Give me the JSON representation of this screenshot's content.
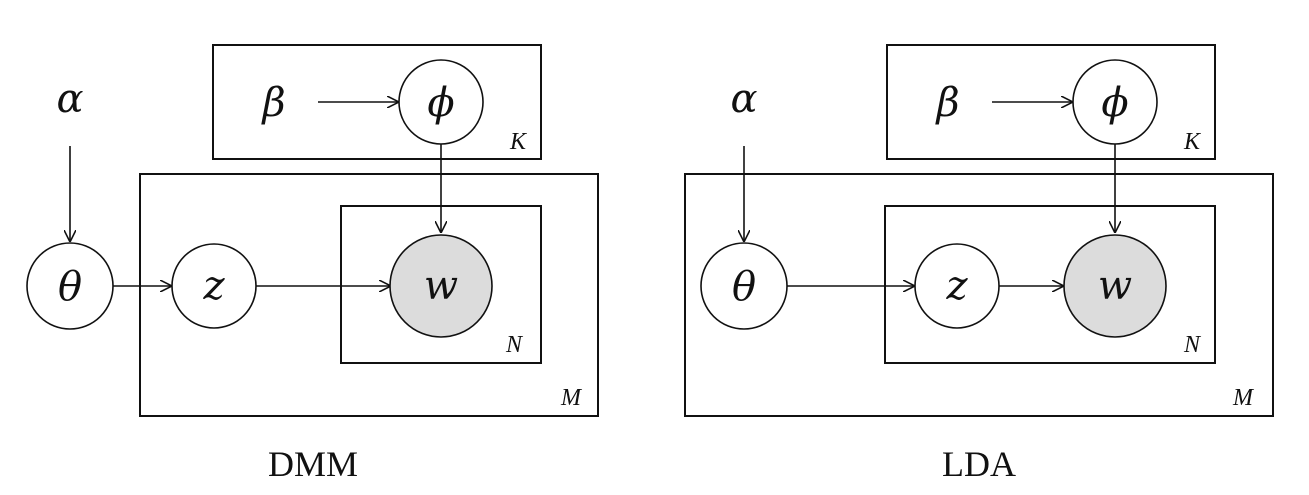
{
  "panels": [
    {
      "caption": "DMM",
      "alpha": "α",
      "beta": "β",
      "phi": "ϕ",
      "theta": "θ",
      "z": "z",
      "w": "w",
      "plate_k": "K",
      "plate_n": "N",
      "plate_m": "M"
    },
    {
      "caption": "LDA",
      "alpha": "α",
      "beta": "β",
      "phi": "ϕ",
      "theta": "θ",
      "z": "z",
      "w": "w",
      "plate_k": "K",
      "plate_n": "N",
      "plate_m": "M"
    }
  ],
  "colors": {
    "observed_fill": "#dcdcdc",
    "stroke": "#111111"
  }
}
